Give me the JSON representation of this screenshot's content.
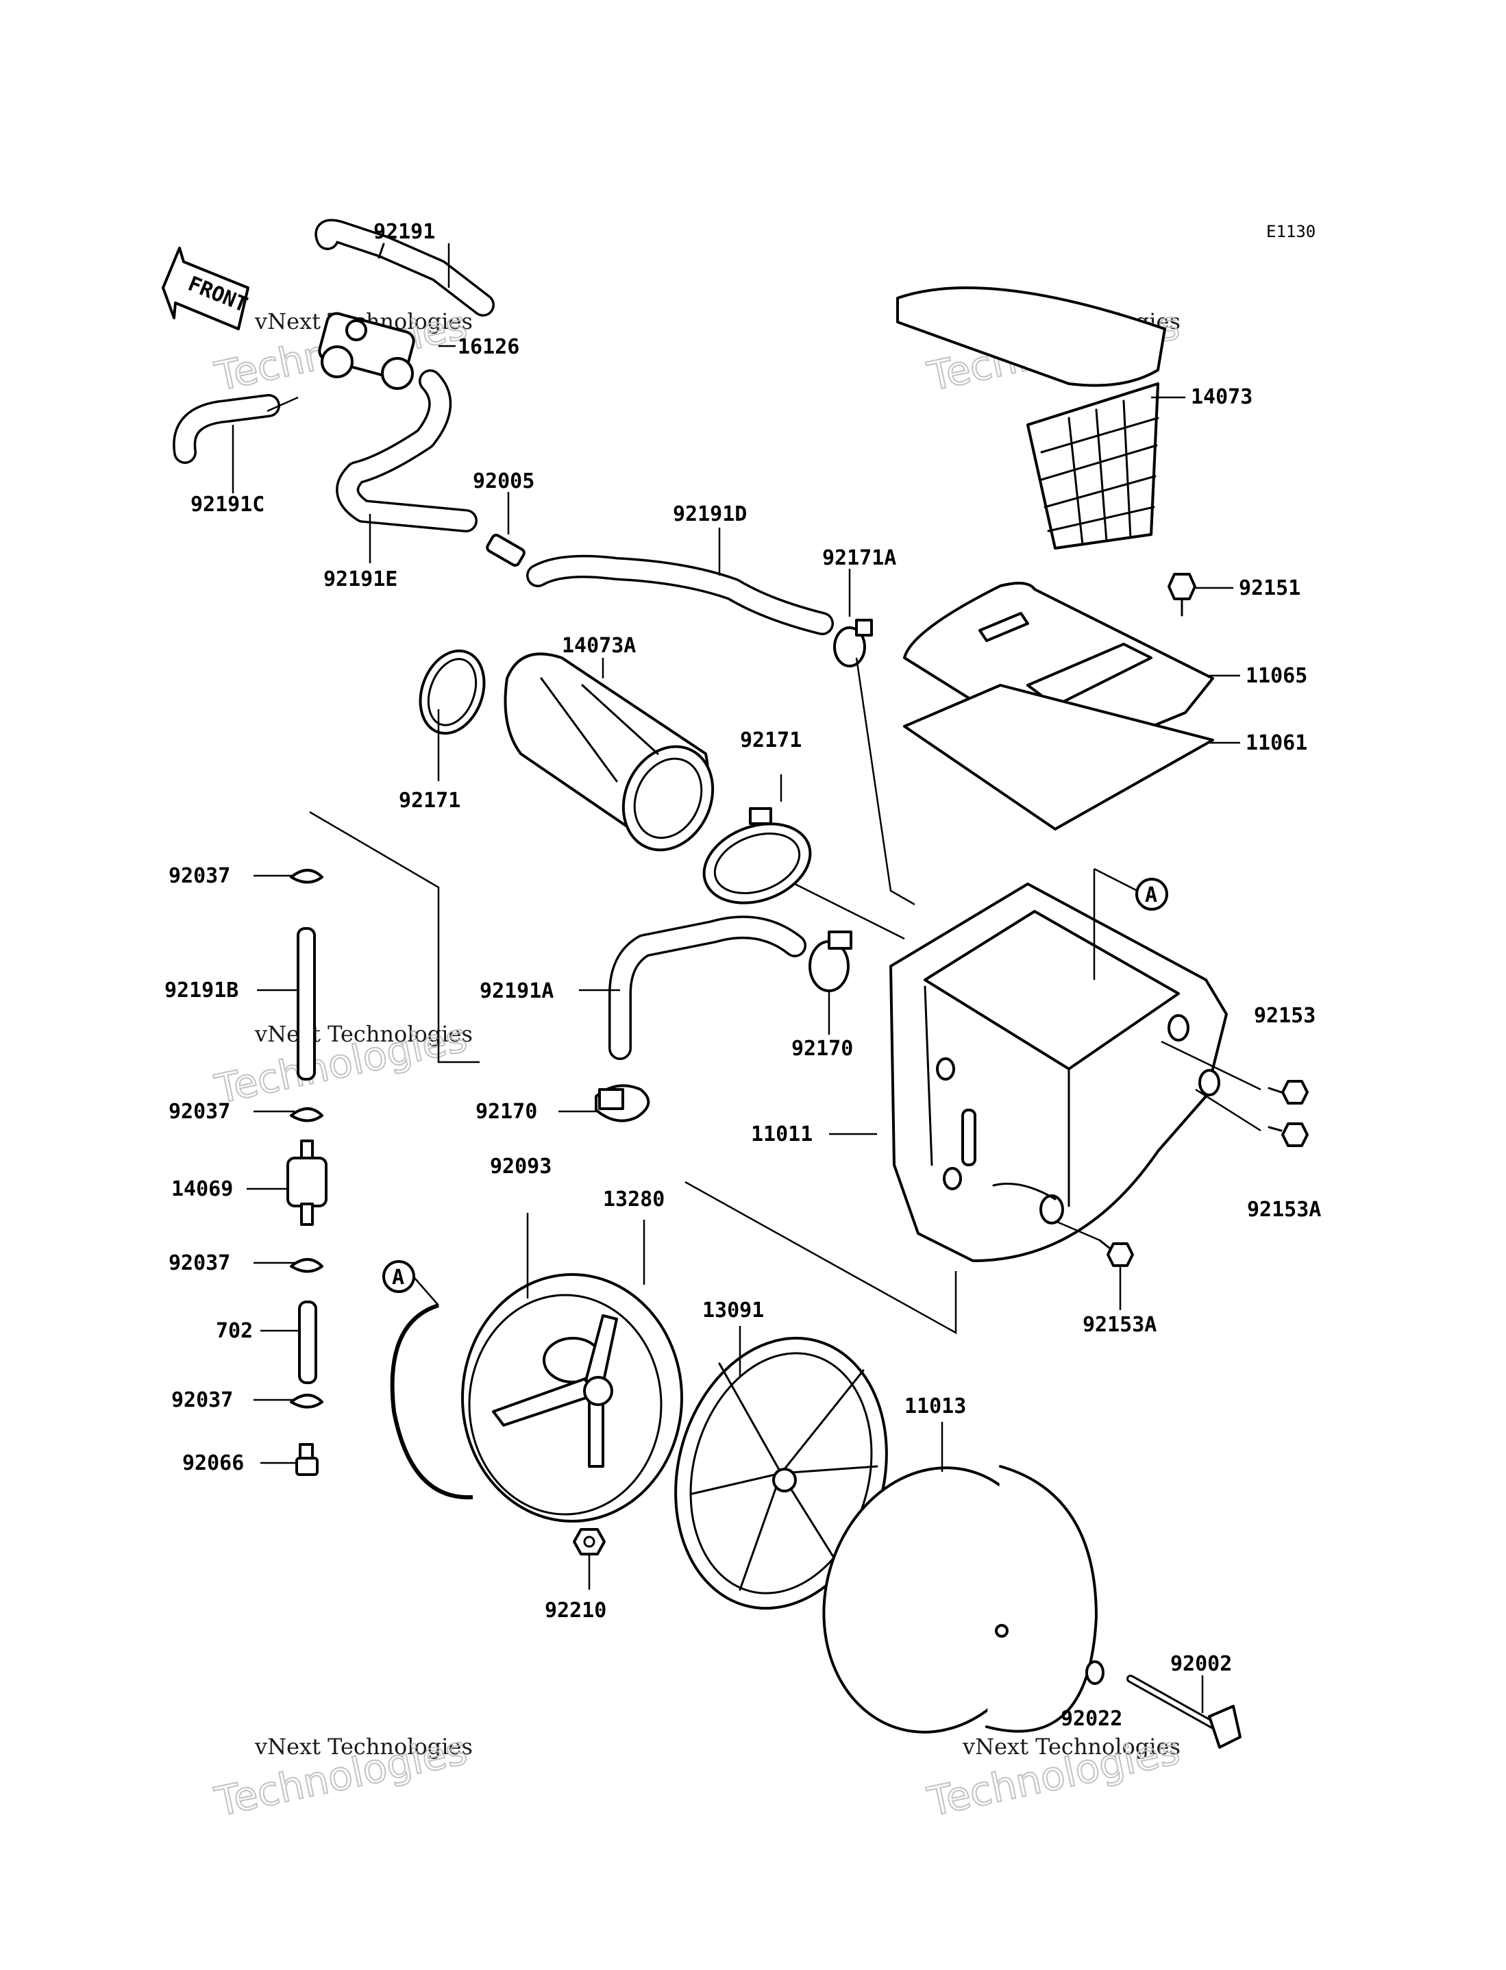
{
  "diagram_code": "E1130",
  "front_label": "FRONT",
  "watermark": {
    "line1": "vNext Technologies",
    "line2": "Technologies"
  },
  "callout_ref": "A",
  "parts": {
    "p92191": "92191",
    "p16126": "16126",
    "p92191C": "92191C",
    "p92005": "92005",
    "p92191E": "92191E",
    "p92191D": "92191D",
    "p92171A": "92171A",
    "p14073": "14073",
    "p92151": "92151",
    "p11065": "11065",
    "p11061": "11061",
    "p14073A": "14073A",
    "p92171_left": "92171",
    "p92171_right": "92171",
    "p92037_1": "92037",
    "p92191B": "92191B",
    "p92191A": "92191A",
    "p92170_top": "92170",
    "p92170_bottom": "92170",
    "p92037_2": "92037",
    "p11011": "11011",
    "p92153": "92153",
    "p92153A_right": "92153A",
    "p14069": "14069",
    "p92093": "92093",
    "p13280": "13280",
    "p92037_3": "92037",
    "p702": "702",
    "p13091": "13091",
    "p92153A_bottom": "92153A",
    "p92037_4": "92037",
    "p11013": "11013",
    "p92066": "92066",
    "p92210": "92210",
    "p92002": "92002",
    "p92022": "92022"
  }
}
